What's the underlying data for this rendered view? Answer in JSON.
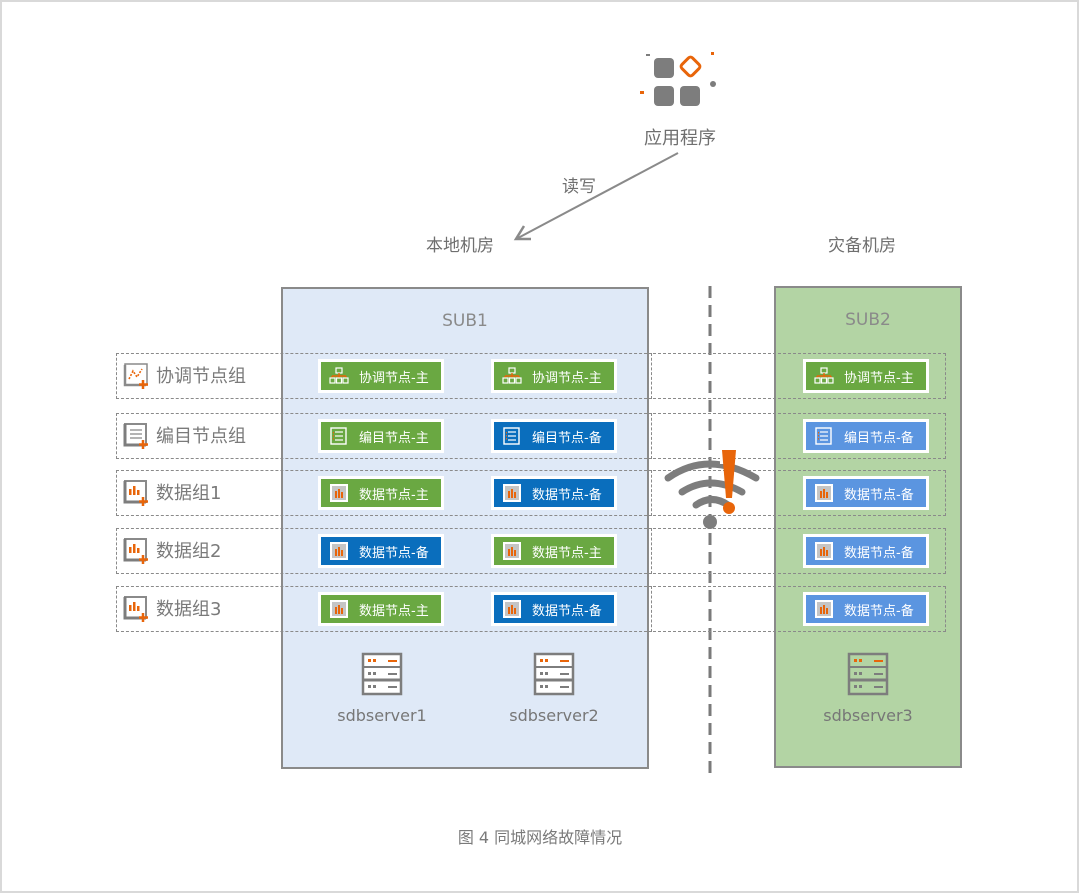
{
  "figure": {
    "caption": "图 4  同城网络故障情况",
    "application": {
      "label": "应用程序",
      "icon": "application-icon"
    },
    "read_write_label": "读写",
    "rooms": {
      "local": "本地机房",
      "disaster_recovery": "灾备机房"
    },
    "sites": [
      {
        "id": "sub1",
        "title": "SUB1",
        "color": "#dfe9f7",
        "servers": [
          "sdbserver1",
          "sdbserver2"
        ]
      },
      {
        "id": "sub2",
        "title": "SUB2",
        "color": "#b3d4a4",
        "servers": [
          "sdbserver3"
        ]
      }
    ],
    "groups": [
      {
        "label": "协调节点组",
        "icon": "coord-group-icon",
        "nodes": [
          {
            "label": "协调节点-主",
            "type": "coord",
            "style": "green"
          },
          {
            "label": "协调节点-主",
            "type": "coord",
            "style": "green"
          },
          {
            "label": "协调节点-主",
            "type": "coord",
            "style": "green"
          }
        ]
      },
      {
        "label": "编目节点组",
        "icon": "catalog-group-icon",
        "nodes": [
          {
            "label": "编目节点-主",
            "type": "catalog",
            "style": "green"
          },
          {
            "label": "编目节点-备",
            "type": "catalog",
            "style": "blue"
          },
          {
            "label": "编目节点-备",
            "type": "catalog",
            "style": "lightblue"
          }
        ]
      },
      {
        "label": "数据组1",
        "icon": "data-group-icon",
        "nodes": [
          {
            "label": "数据节点-主",
            "type": "data",
            "style": "green"
          },
          {
            "label": "数据节点-备",
            "type": "data",
            "style": "blue"
          },
          {
            "label": "数据节点-备",
            "type": "data",
            "style": "lightblue"
          }
        ]
      },
      {
        "label": "数据组2",
        "icon": "data-group-icon",
        "nodes": [
          {
            "label": "数据节点-备",
            "type": "data",
            "style": "blue"
          },
          {
            "label": "数据节点-主",
            "type": "data",
            "style": "green"
          },
          {
            "label": "数据节点-备",
            "type": "data",
            "style": "lightblue"
          }
        ]
      },
      {
        "label": "数据组3",
        "icon": "data-group-icon",
        "nodes": [
          {
            "label": "数据节点-主",
            "type": "data",
            "style": "green"
          },
          {
            "label": "数据节点-备",
            "type": "data",
            "style": "blue"
          },
          {
            "label": "数据节点-备",
            "type": "data",
            "style": "lightblue"
          }
        ]
      }
    ],
    "network_fault": {
      "icon": "wifi-warning-icon",
      "status": "fault"
    },
    "colors": {
      "primary_node": "#6aa842",
      "standby_node_local": "#0a6ebd",
      "standby_node_remote": "#5b95e0",
      "accent": "#e8650a",
      "line": "#8a8a8a"
    }
  }
}
